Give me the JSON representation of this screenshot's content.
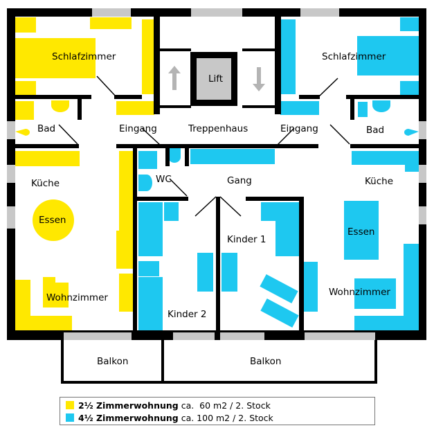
{
  "colors": {
    "wall": "#000000",
    "window": "#c8c8c8",
    "apt_small": "#ffe800",
    "apt_large": "#1ec8f0",
    "lift": "#c8c8c8",
    "arrow": "#b4b4b4"
  },
  "rooms": {
    "schlafzimmer_left": "Schlafzimmer",
    "schlafzimmer_right": "Schlafzimmer",
    "lift": "Lift",
    "bad_left": "Bad",
    "bad_right": "Bad",
    "eingang_left": "Eingang",
    "eingang_right": "Eingang",
    "treppenhaus": "Treppenhaus",
    "kueche_left": "Küche",
    "kueche_right": "Küche",
    "wc": "WC",
    "gang": "Gang",
    "essen_left": "Essen",
    "essen_right": "Essen",
    "kinder1": "Kinder 1",
    "kinder2": "Kinder 2",
    "wohnzimmer_left": "Wohnzimmer",
    "wohnzimmer_right": "Wohnzimmer",
    "balkon_left": "Balkon",
    "balkon_right": "Balkon"
  },
  "legend": [
    {
      "color": "#ffe800",
      "name": "2½ Zimmerwohnung",
      "detail": " ca.  60 m2 / 2. Stock"
    },
    {
      "color": "#1ec8f0",
      "name": "4½ Zimmerwohnung",
      "detail": " ca. 100 m2 / 2. Stock"
    }
  ]
}
